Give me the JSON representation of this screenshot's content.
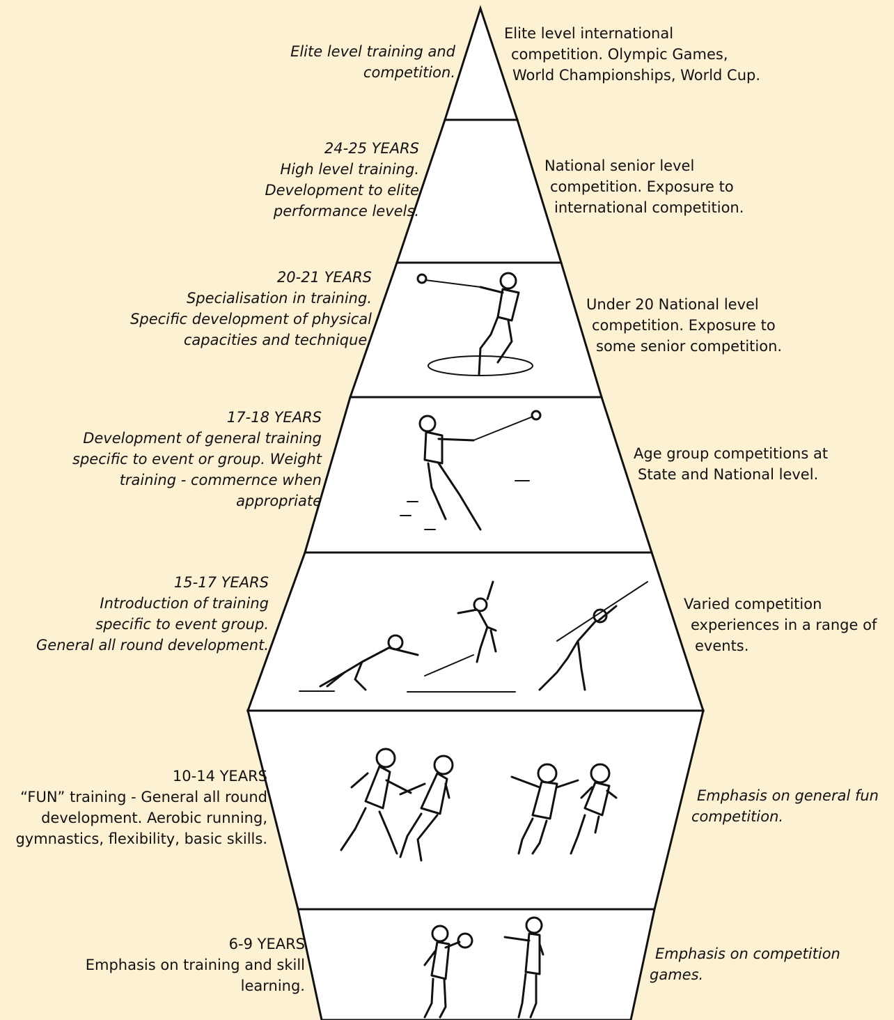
{
  "levels": [
    {
      "left_lines": [
        "Elite level training and",
        "competition."
      ],
      "left_italic": true,
      "right_lines": [
        "Elite level international",
        "competition. Olympic Games,",
        "World Championships, World Cup."
      ],
      "right_italic": false
    },
    {
      "left_lines": [
        "24-25 YEARS",
        "High level training.",
        "Development to elite",
        "performance levels."
      ],
      "left_italic": true,
      "right_lines": [
        "National senior level",
        "competition.  Exposure to",
        "international competition."
      ],
      "right_italic": false
    },
    {
      "left_lines": [
        "20-21 YEARS",
        "Specialisation in training.",
        "Specific development of physical",
        "capacities and technique."
      ],
      "left_italic": true,
      "right_lines": [
        "Under 20 National level",
        "competition. Exposure to",
        "some senior competition."
      ],
      "right_italic": false
    },
    {
      "left_lines": [
        "17-18 YEARS",
        "Development of general training",
        "specific to event or group. Weight",
        "training - commernce when",
        "appropriate"
      ],
      "left_italic": true,
      "right_lines": [
        "Age group competitions at",
        "State and National level."
      ],
      "right_italic": false
    },
    {
      "left_lines": [
        "15-17 YEARS",
        "Introduction of training",
        "specific to event group.",
        "General all round development."
      ],
      "left_italic": true,
      "right_lines": [
        "Varied competition",
        "experiences in a range of",
        "events."
      ],
      "right_italic": false
    },
    {
      "left_lines": [
        "10-14 YEARS",
        "“FUN” training - General all round",
        "development. Aerobic running,",
        "gymnastics,  flexibility, basic skills."
      ],
      "left_italic": false,
      "right_lines": [
        "Emphasis on general fun",
        "competition."
      ],
      "right_italic": true
    },
    {
      "left_lines": [
        "6-9 YEARS",
        "Emphasis on training and skill",
        "learning."
      ],
      "left_italic": false,
      "right_lines": [
        "Emphasis on competition",
        "games."
      ],
      "right_italic": true
    }
  ],
  "colors": {
    "background": "#fdf1d4",
    "tier_fill": "#ffffff",
    "outline": "#111111",
    "text": "#111111"
  }
}
